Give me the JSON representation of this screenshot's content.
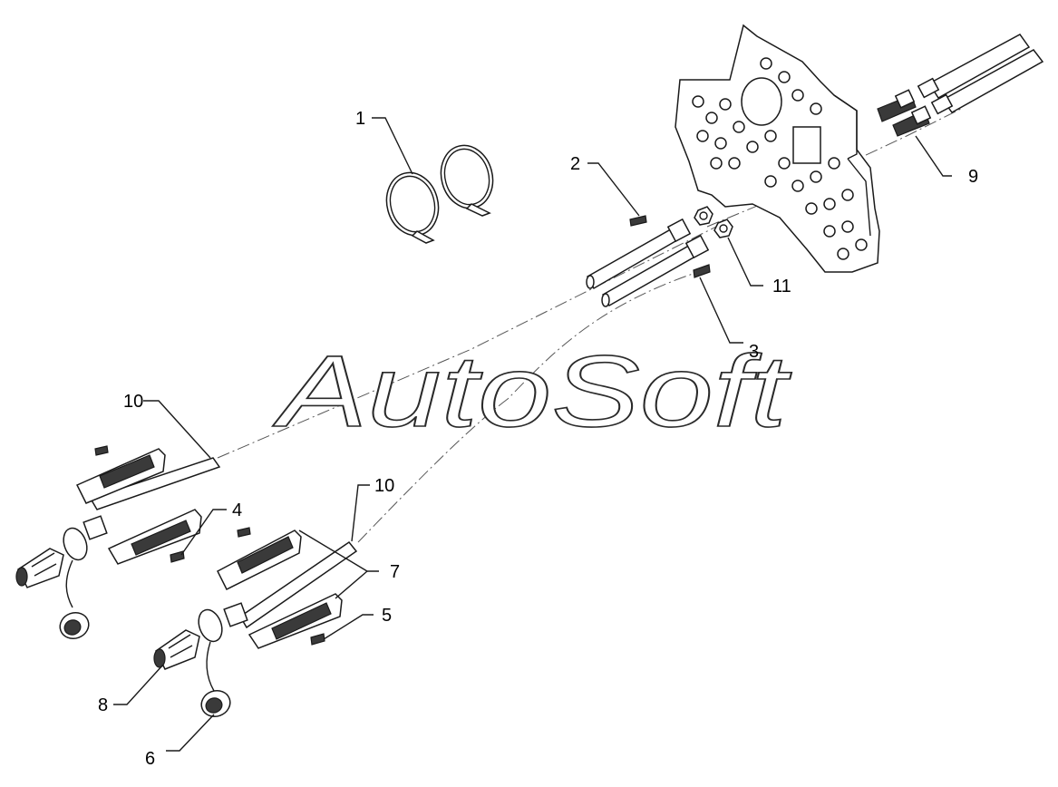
{
  "watermark": {
    "text": "AutoSoft"
  },
  "callouts": {
    "c1": "1",
    "c2": "2",
    "c3": "3",
    "c4": "4",
    "c5": "5",
    "c6": "6",
    "c7": "7",
    "c8": "8",
    "c9": "9",
    "c10a": "10",
    "c10b": "10",
    "c11": "11"
  }
}
